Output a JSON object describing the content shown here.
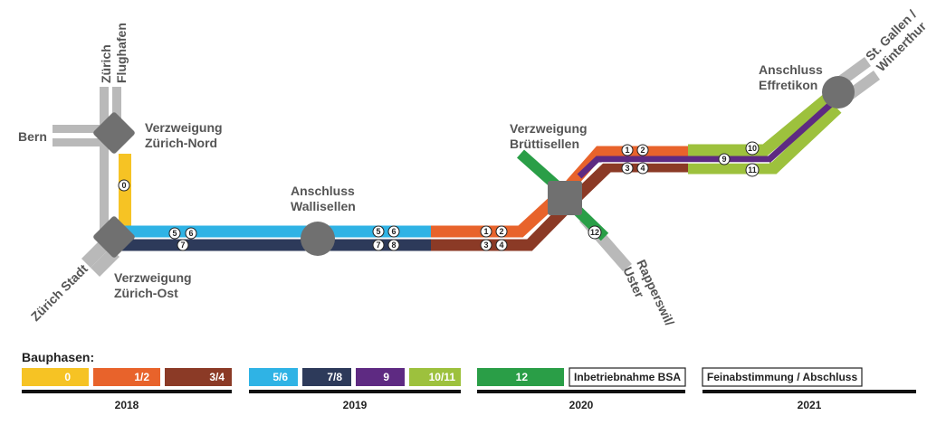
{
  "nodes": {
    "zurich_nord": {
      "line1": "Verzweigung",
      "line2": "Zürich-Nord"
    },
    "zurich_ost": {
      "line1": "Verzweigung",
      "line2": "Zürich-Ost"
    },
    "wallisellen": {
      "line1": "Anschluss",
      "line2": "Wallisellen"
    },
    "bruettisellen": {
      "line1": "Verzweigung",
      "line2": "Brüttisellen"
    },
    "effretikon": {
      "line1": "Anschluss",
      "line2": "Effretikon"
    }
  },
  "destinations": {
    "flughafen_1": "Zürich",
    "flughafen_2": "Flughafen",
    "bern": "Bern",
    "zurich_stadt": "Zürich Stadt",
    "stgallen_1": "St. Gallen /",
    "stgallen_2": "Winterthur",
    "rapperswil": "Rapperswil/",
    "uster": "Uster"
  },
  "markers": {
    "m0": "0",
    "m1": "1",
    "m2": "2",
    "m3": "3",
    "m4": "4",
    "m5": "5",
    "m6": "6",
    "m7": "7",
    "m8": "8",
    "m9": "9",
    "m10": "10",
    "m11": "11",
    "m12": "12"
  },
  "legend": {
    "title": "Bauphasen:",
    "phases": [
      {
        "label": "0",
        "color": "#f6c324"
      },
      {
        "label": "1/2",
        "color": "#e8632b"
      },
      {
        "label": "3/4",
        "color": "#8b3a26"
      },
      {
        "label": "5/6",
        "color": "#2fb3e5"
      },
      {
        "label": "7/8",
        "color": "#2d3a5a"
      },
      {
        "label": "9",
        "color": "#5e2a82"
      },
      {
        "label": "10/11",
        "color": "#9dc13d"
      },
      {
        "label": "12",
        "color": "#2a9e47"
      }
    ],
    "box1": "Inbetriebnahme BSA",
    "box2": "Feinabstimmung / Abschluss",
    "years": [
      "2018",
      "2019",
      "2020",
      "2021"
    ]
  },
  "colors": {
    "road_gray": "#b9b9b9",
    "node_gray": "#707070",
    "yellow": "#f6c324",
    "orange": "#e8632b",
    "brown": "#8b3a26",
    "blue": "#2fb3e5",
    "navy": "#2d3a5a",
    "purple": "#5e2a82",
    "lime": "#9dc13d",
    "green": "#2a9e47"
  }
}
